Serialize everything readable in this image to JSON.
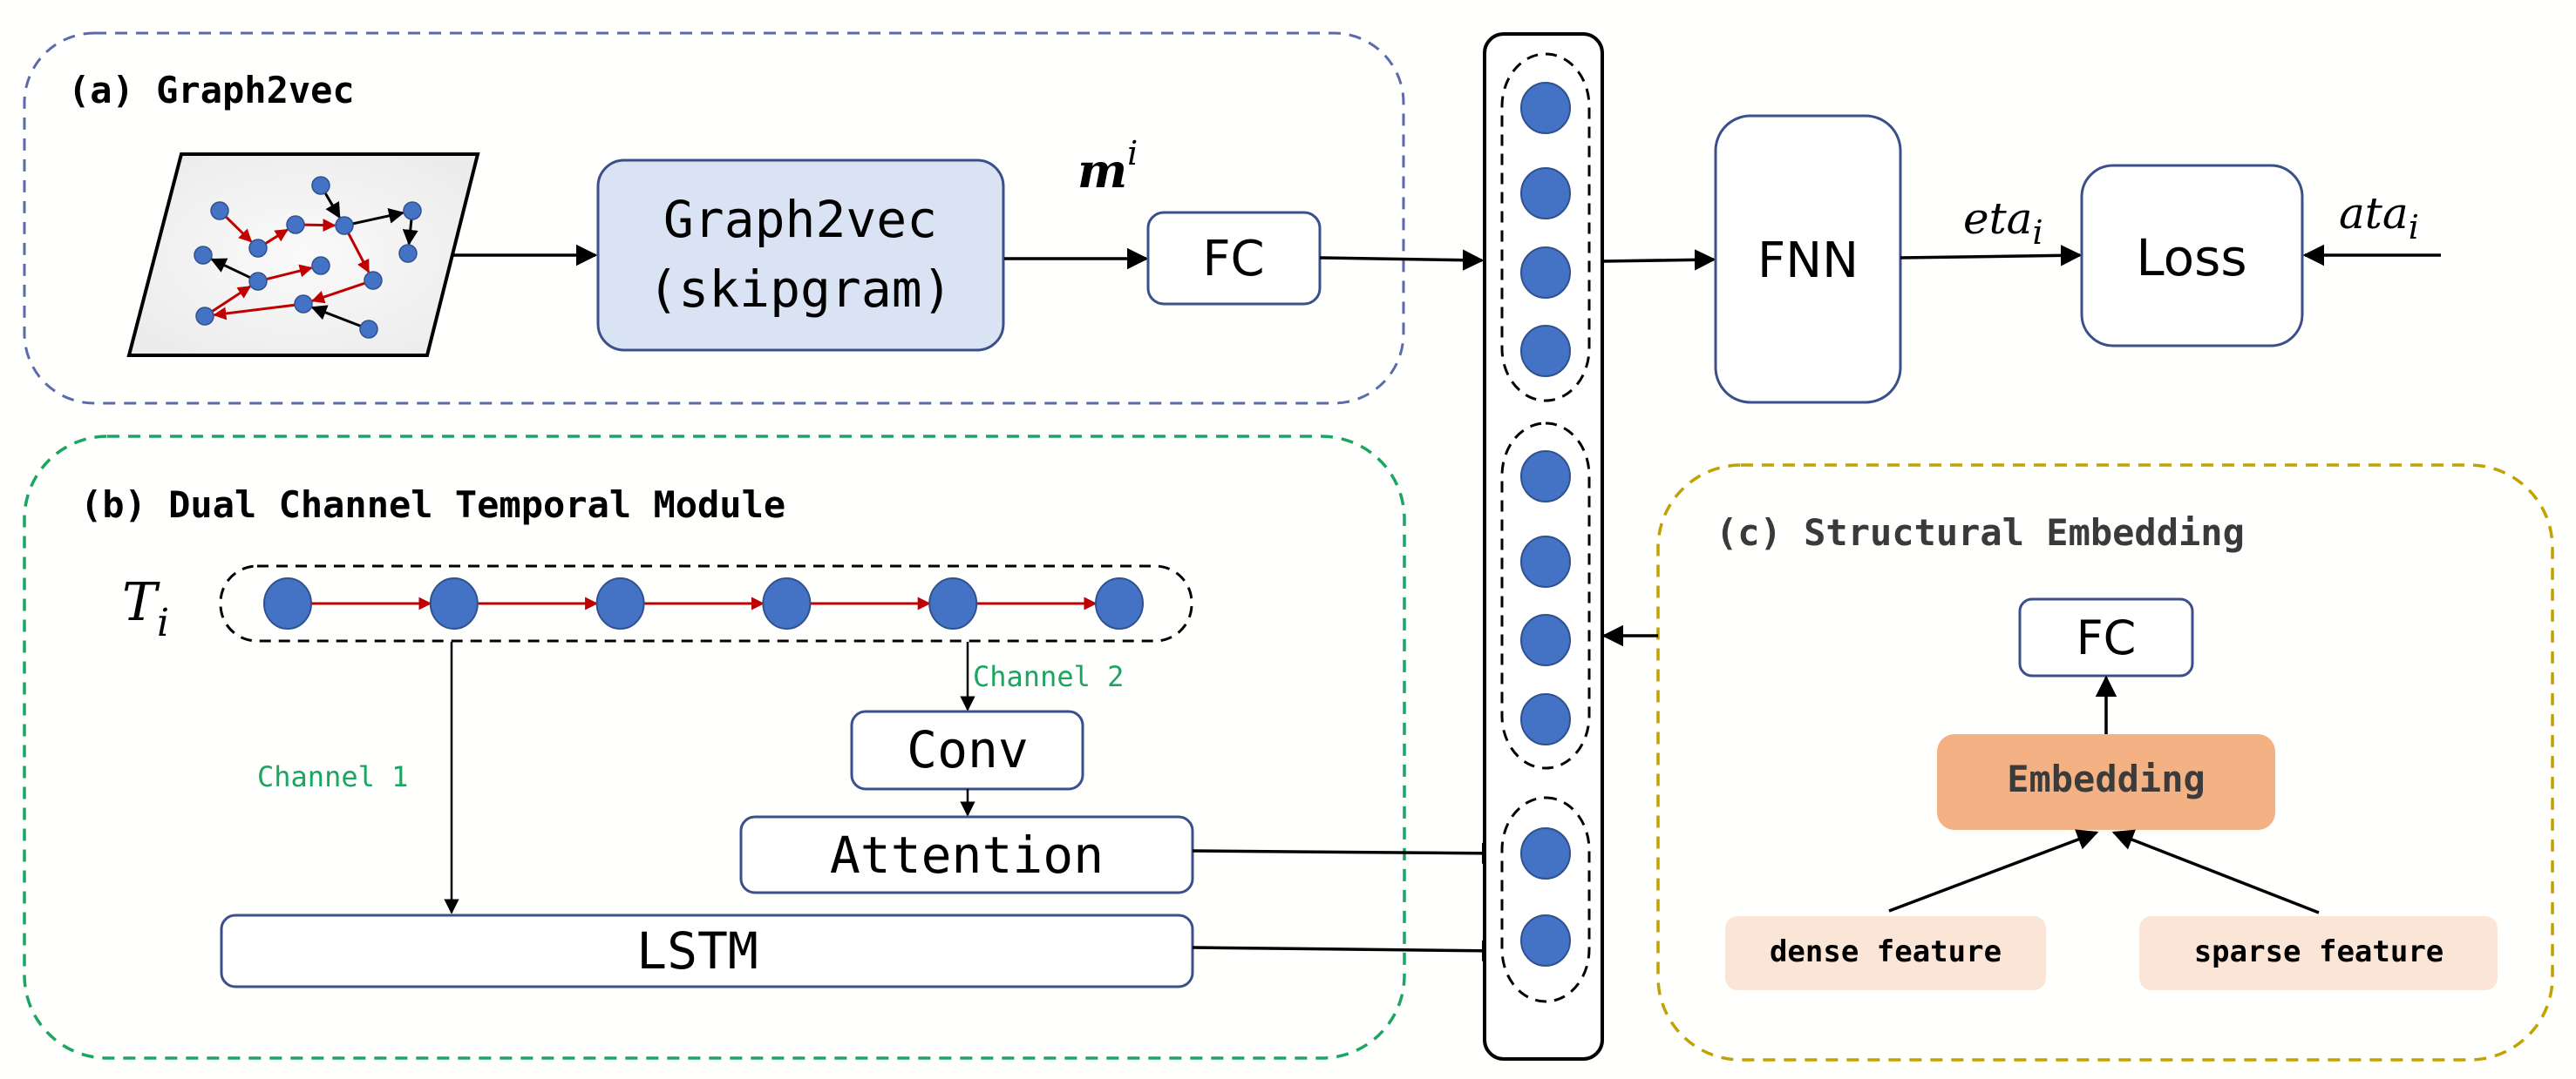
{
  "figure": {
    "panels": {
      "a": {
        "title": "(a) Graph2vec",
        "border_color": "#5a6aab",
        "graph2vec_box": {
          "line1": "Graph2vec",
          "line2": "(skipgram)",
          "fill": "#dae3f3"
        },
        "vector_label": "m",
        "vector_label_sup": "i",
        "fc_label": "FC"
      },
      "b": {
        "title": "(b) Dual Channel Temporal Module",
        "border_color": "#1aa660",
        "sequence_label": "T",
        "sequence_label_sub": "i",
        "sequence_node_count": 6,
        "channel1_label": "Channel 1",
        "channel2_label": "Channel 2",
        "channel_label_color": "#1aa660",
        "conv_label": "Conv",
        "attention_label": "Attention",
        "lstm_label": "LSTM"
      },
      "c": {
        "title": "(c) Structural Embedding",
        "border_color": "#c2a200",
        "title_color": "#3a3a3a",
        "fc_label": "FC",
        "embedding_label": "Embedding",
        "embedding_fill": "#f4b183",
        "dense_label": "dense feature",
        "sparse_label": "sparse feature",
        "feature_fill": "#fbe5d6"
      }
    },
    "concat_vector": {
      "groups": [
        4,
        4,
        2
      ]
    },
    "head": {
      "fnn_label": "FNN",
      "loss_label": "Loss",
      "prediction_label": "eta",
      "prediction_sub": "i",
      "target_label": "ata",
      "target_sub": "i"
    },
    "colors": {
      "node_fill": "#4472c4",
      "node_stroke": "#2f528f",
      "box_stroke": "#3b4f8a",
      "red_edge": "#c00000",
      "black": "#000000"
    }
  }
}
